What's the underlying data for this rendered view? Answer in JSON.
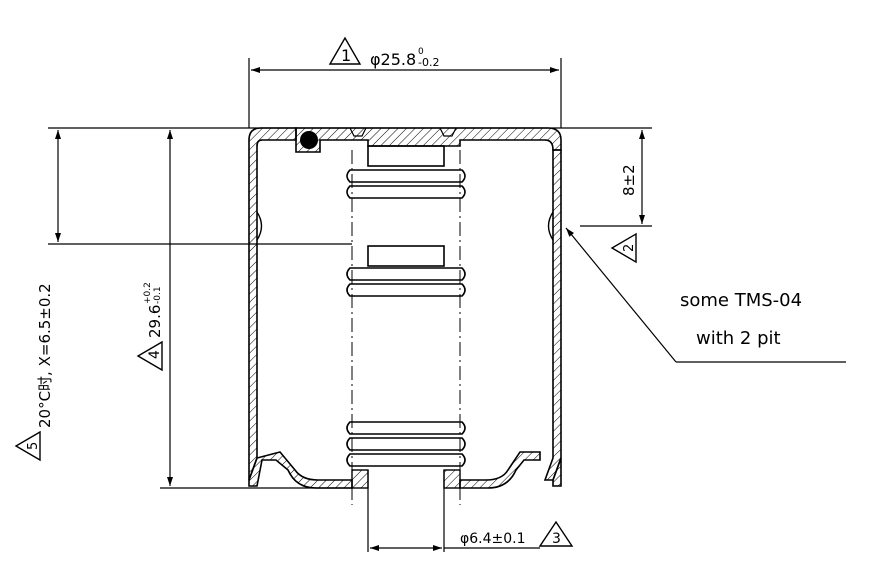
{
  "dimensions": {
    "outer_diameter": {
      "main": "φ25.8",
      "tol_upper": "0",
      "tol_lower": "-0.2",
      "marker": "1"
    },
    "height": {
      "main": "29.6",
      "tol_upper": "+0.2",
      "tol_lower": "-0.1",
      "marker": "4"
    },
    "pit_position": {
      "text": "8±2",
      "marker": "2"
    },
    "inner_diameter": {
      "text": "φ6.4±0.1",
      "marker": "3"
    },
    "spring_note": {
      "text": "20°C时, X=6.5±0.2",
      "marker": "5"
    }
  },
  "callout": {
    "line1": "some TMS-04",
    "line2": "with 2 pit"
  },
  "colors": {
    "line": "#000000",
    "background": "#ffffff"
  }
}
